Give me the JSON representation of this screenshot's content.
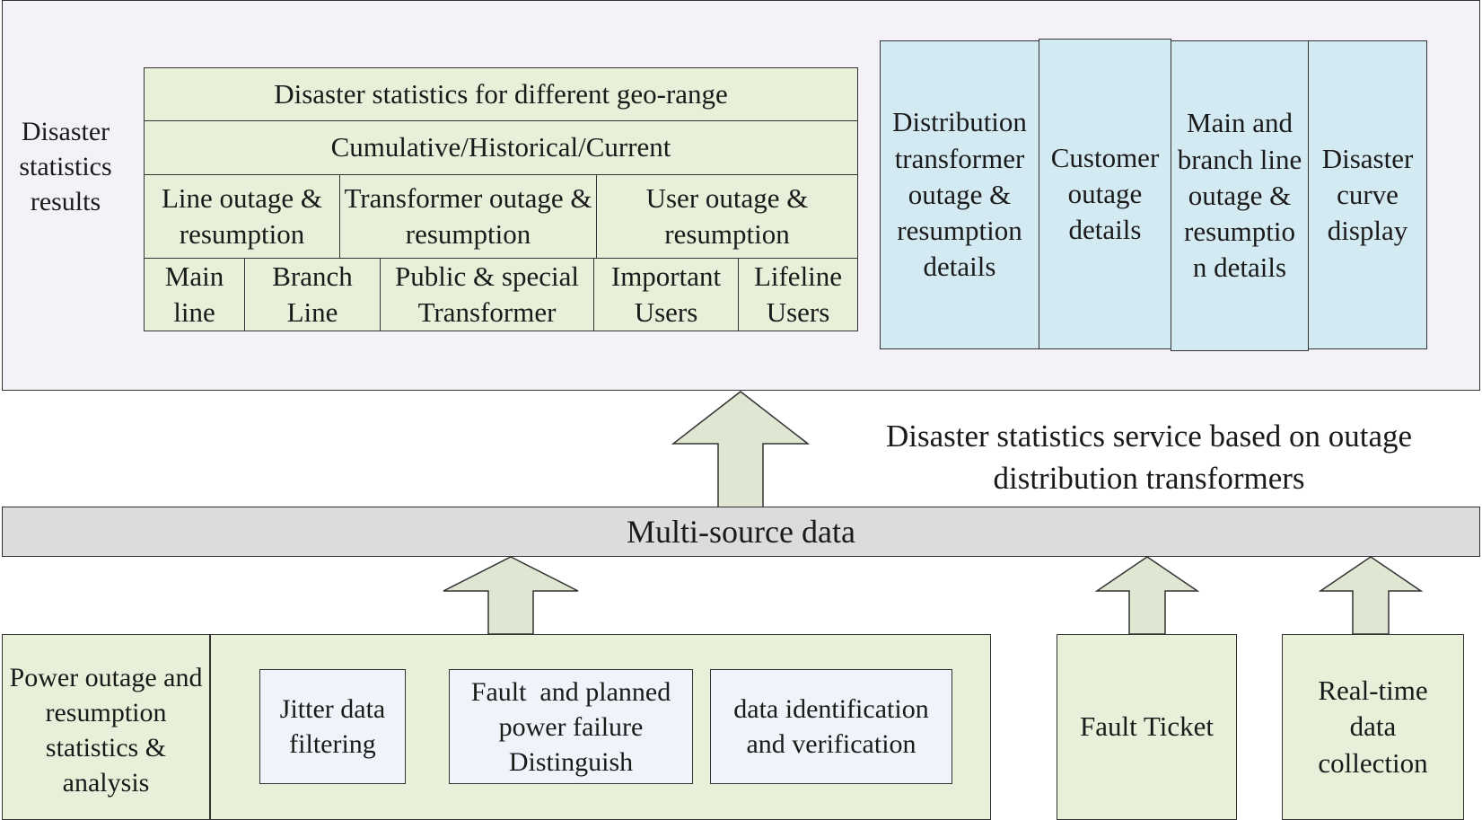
{
  "results_panel": {
    "label": "Disaster statistics results",
    "table": {
      "row1": "Disaster statistics for different geo-range",
      "row2": "Cumulative/Historical/Current",
      "groups": [
        "Line outage & resumption",
        "Transformer outage & resumption",
        "User outage & resumption"
      ],
      "subs": [
        "Main line",
        "Branch Line",
        "Public & special Transformer",
        "Important Users",
        "Lifeline Users"
      ]
    },
    "details": [
      "Distribution transformer outage & resumption details",
      "Customer outage details",
      "Main and branch line outage & resumptio n details",
      "Disaster curve display"
    ]
  },
  "service_label": "Disaster statistics service based on outage distribution transformers",
  "multi_source_label": "Multi-source data",
  "analysis": {
    "label": "Power outage and resumption statistics & analysis",
    "steps": [
      "Jitter data filtering",
      "Fault  and planned power failure Distinguish",
      "data identification and verification"
    ]
  },
  "fault_ticket": "Fault Ticket",
  "realtime": "Real-time data collection",
  "colors": {
    "green_fill": "#e8f0d9",
    "blue_fill": "#d4eaf3",
    "pale_blue_fill": "#eef4f9",
    "lavender_fill": "#f4f2f8",
    "grey_bar": "#dcdcde",
    "arrow_fill": "#dfe6d2"
  }
}
